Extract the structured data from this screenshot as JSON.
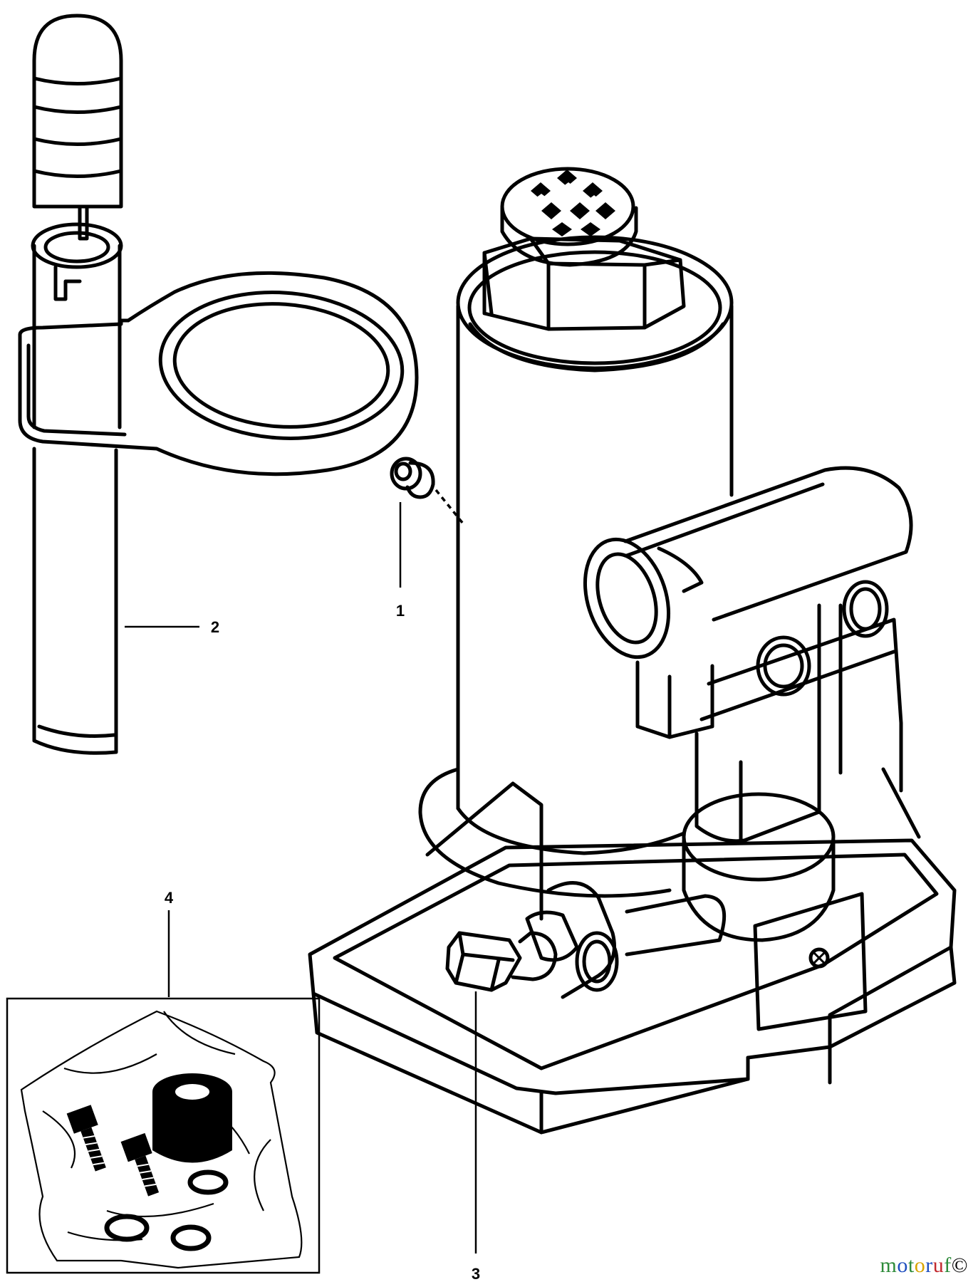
{
  "callouts": [
    {
      "id": "1",
      "label": "1"
    },
    {
      "id": "2",
      "label": "2"
    },
    {
      "id": "3",
      "label": "3"
    },
    {
      "id": "4",
      "label": "4"
    }
  ],
  "watermark": {
    "text": "motoruf©",
    "letters": [
      {
        "ch": "m",
        "color": "#2e8b3a"
      },
      {
        "ch": "o",
        "color": "#1f4fbf"
      },
      {
        "ch": "t",
        "color": "#2e8b3a"
      },
      {
        "ch": "o",
        "color": "#d9a400"
      },
      {
        "ch": "r",
        "color": "#1f4fbf"
      },
      {
        "ch": "u",
        "color": "#c1272d"
      },
      {
        "ch": "f",
        "color": "#2e8b3a"
      },
      {
        "ch": "©",
        "color": "#000000"
      }
    ]
  }
}
